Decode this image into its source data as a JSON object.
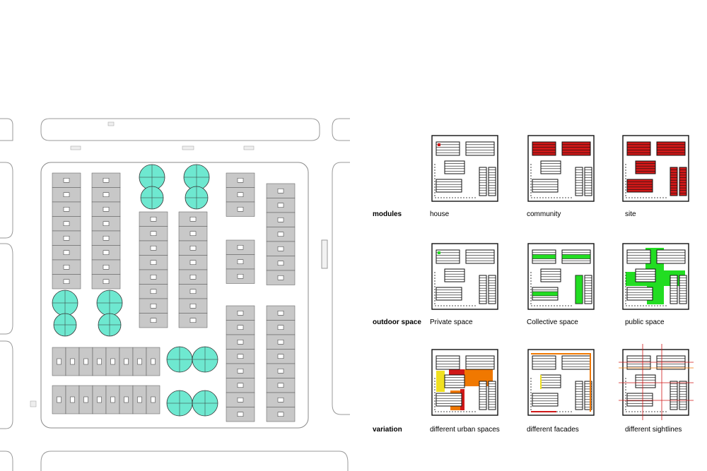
{
  "rows": [
    {
      "label": "modules",
      "columns": [
        "house",
        "community",
        "site"
      ]
    },
    {
      "label": "outdoor space",
      "columns": [
        "Private space",
        "Collective space",
        "public space"
      ]
    },
    {
      "label": "variation",
      "columns": [
        "different urban spaces",
        "different facades",
        "different sightlines"
      ]
    }
  ],
  "colors": {
    "house_module": "#d01818",
    "outdoor_green": "#22dd22",
    "courtyard_cyan": "#6ee8d0",
    "block_gray": "#c8c8c8",
    "variation_orange": "#f07800",
    "variation_yellow": "#f0e020"
  }
}
